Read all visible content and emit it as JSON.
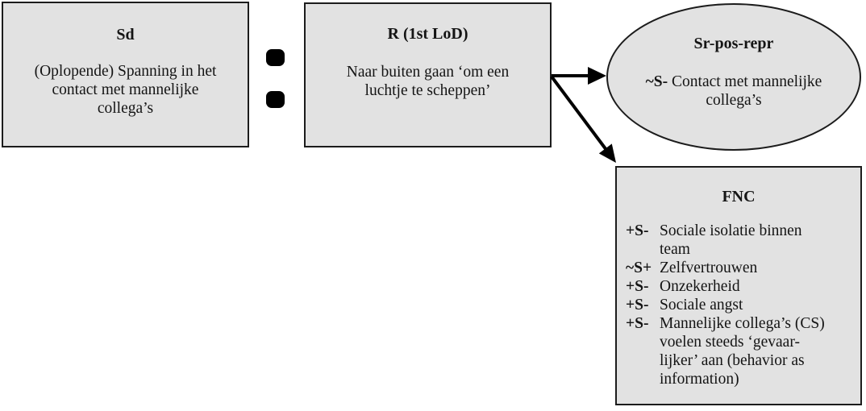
{
  "figure": {
    "colors": {
      "background": "#ffffff",
      "node_fill": "#e2e2e2",
      "node_border": "#1c1c1c",
      "arrow": "#000000",
      "text": "#141414"
    },
    "sd_box": {
      "title": "Sd",
      "lines": [
        "(Oplopende) Spanning in het",
        "contact met mannelijke",
        "collega’s"
      ]
    },
    "separator": {
      "icon": "colon-dots"
    },
    "r_box": {
      "title": "R (1st LoD)",
      "lines": [
        "Naar buiten gaan ‘om een",
        "luchtje te scheppen’"
      ]
    },
    "sr_ellipse": {
      "title": "Sr-pos-repr",
      "sigil": "~S-",
      "line1": " Contact met mannelijke",
      "line2": "collega’s"
    },
    "fnc_box": {
      "title": "FNC",
      "items": [
        {
          "sigil": "+S-",
          "lines": [
            "Sociale isolatie binnen",
            "team"
          ]
        },
        {
          "sigil": "~S+",
          "lines": [
            "Zelfvertrouwen"
          ]
        },
        {
          "sigil": "+S-",
          "lines": [
            "Onzekerheid"
          ]
        },
        {
          "sigil": "+S-",
          "lines": [
            "Sociale angst"
          ]
        },
        {
          "sigil": "+S-",
          "lines": [
            "Mannelijke collega’s (CS)",
            "voelen steeds ‘gevaar-",
            "lijker’ aan (behavior as",
            "information)"
          ]
        }
      ]
    }
  }
}
